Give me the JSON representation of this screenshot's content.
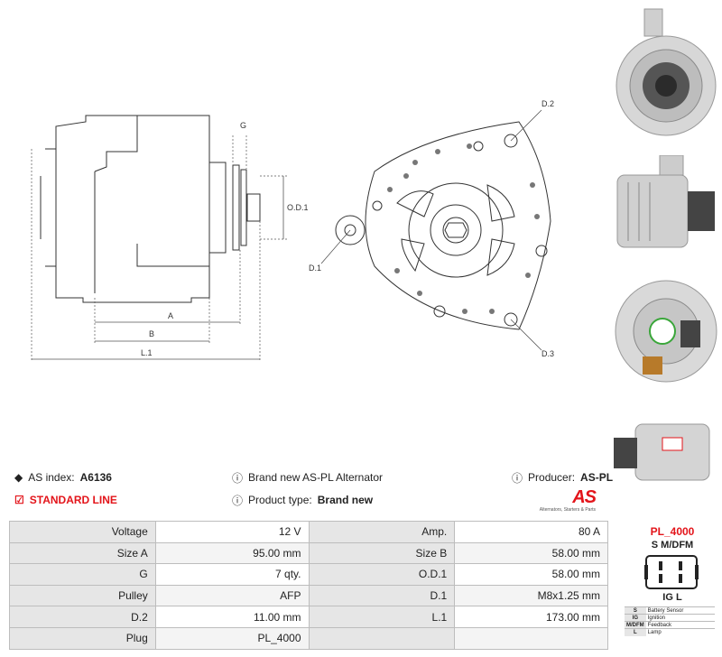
{
  "drawing_labels": {
    "g": "G",
    "od1": "O.D.1",
    "a": "A",
    "b": "B",
    "l1": "L.1",
    "d1": "D.1",
    "d2": "D.2",
    "d3": "D.3"
  },
  "info": {
    "as_index_label": "AS index:",
    "as_index_value": "A6136",
    "description": "Brand new AS-PL Alternator",
    "producer_label": "Producer:",
    "producer_value": "AS-PL",
    "standard_line": "STANDARD LINE",
    "product_type_label": "Product type:",
    "product_type_value": "Brand new"
  },
  "logo": {
    "brand": "AS",
    "tagline": "Alternators, Starters & Parts"
  },
  "specs": [
    {
      "l1": "Voltage",
      "v1": "12 V",
      "l2": "Amp.",
      "v2": "80 A"
    },
    {
      "l1": "Size A",
      "v1": "95.00 mm",
      "l2": "Size B",
      "v2": "58.00 mm"
    },
    {
      "l1": "G",
      "v1": "7 qty.",
      "l2": "O.D.1",
      "v2": "58.00 mm"
    },
    {
      "l1": "Pulley",
      "v1": "AFP",
      "l2": "D.1",
      "v2": "M8x1.25 mm"
    },
    {
      "l1": "D.2",
      "v1": "11.00 mm",
      "l2": "L.1",
      "v2": "173.00 mm"
    },
    {
      "l1": "Plug",
      "v1": "PL_4000",
      "l2": "",
      "v2": ""
    }
  ],
  "plug": {
    "title": "PL_4000",
    "top_pins": "S  M/DFM",
    "bottom_pins": "IG  L",
    "legend": [
      {
        "k": "S",
        "v": "Battery Sensor"
      },
      {
        "k": "IG",
        "v": "Ignition"
      },
      {
        "k": "M/DFM",
        "v": "Feedback"
      },
      {
        "k": "L",
        "v": "Lamp"
      }
    ]
  },
  "colors": {
    "accent_red": "#e3141a",
    "label_bg": "#e6e6e6",
    "border": "#bdbdbd"
  }
}
